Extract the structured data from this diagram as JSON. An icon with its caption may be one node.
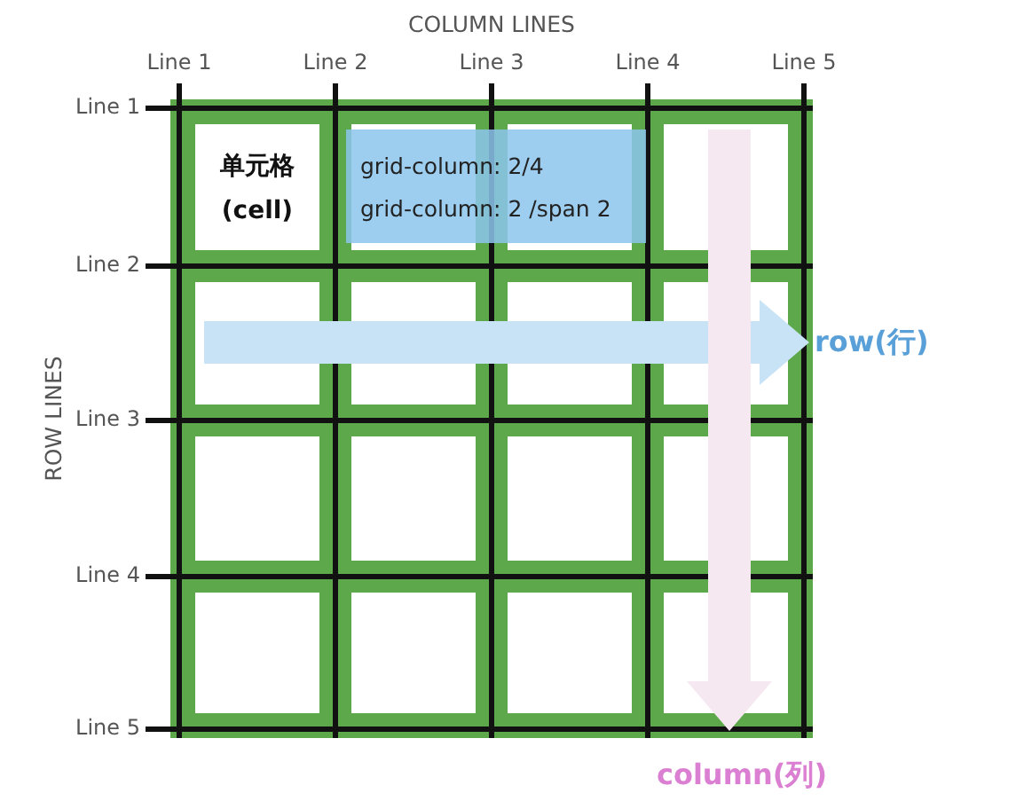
{
  "diagram": {
    "nodes": [
      {
        "text": [
          "单元格",
          "(cell)"
        ]
      },
      {
        "text": [
          "grid-column: 2/4",
          "grid-column: 2 /span 2"
        ]
      },
      {
        "text": [
          "row(行)"
        ]
      },
      {
        "text": [
          "column(列)"
        ]
      }
    ],
    "edges": [
      {
        "from": null,
        "to": 2,
        "arrow": "to",
        "color": "#c8e3f5"
      },
      {
        "from": null,
        "to": 3,
        "arrow": "to",
        "color": "#f6e8f1"
      }
    ],
    "labels": [
      "COLUMN LINES",
      "Line 1",
      "Line 2",
      "Line 3",
      "Line 4",
      "Line 5",
      "Line 1",
      "Line 2",
      "Line 3",
      "Line 4",
      "Line 5",
      "ROW LINES"
    ]
  }
}
